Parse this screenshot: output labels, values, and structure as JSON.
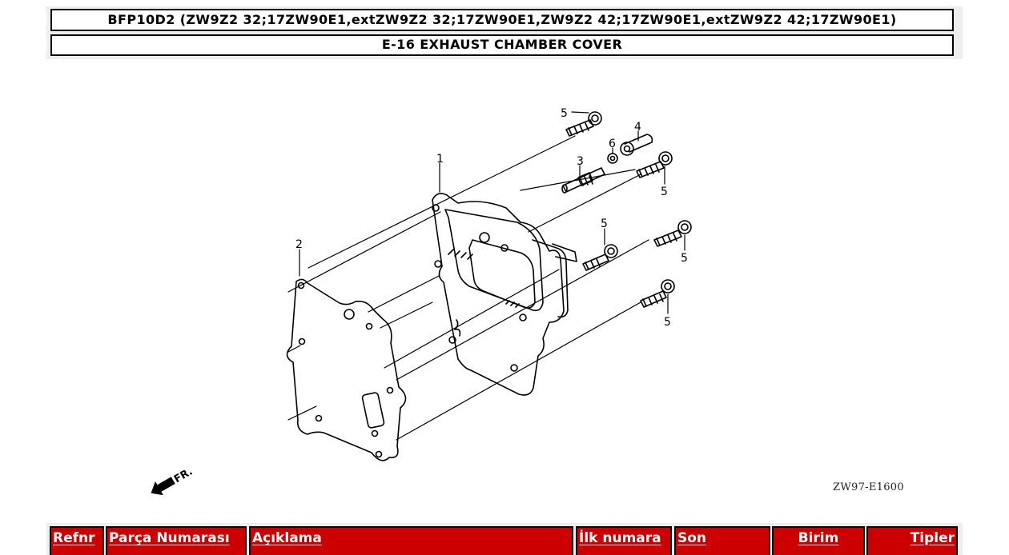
{
  "header": {
    "model_title": "BFP10D2 (ZW9Z2 32;17ZW90E1,extZW9Z2 32;17ZW90E1,ZW9Z2 42;17ZW90E1,extZW9Z2 42;17ZW90E1)",
    "section_title": "E-16 EXHAUST CHAMBER COVER"
  },
  "diagram": {
    "callouts": [
      {
        "ref": "1",
        "part": "exhaust-chamber-cover"
      },
      {
        "ref": "2",
        "part": "gasket"
      },
      {
        "ref": "3",
        "part": "stud-bolt"
      },
      {
        "ref": "4",
        "part": "collar"
      },
      {
        "ref": "5",
        "part": "flange-bolt"
      },
      {
        "ref": "6",
        "part": "nut"
      }
    ],
    "labels": {
      "l1": "1",
      "l2": "2",
      "l3": "3",
      "l4": "4",
      "l6": "6",
      "l5a": "5",
      "l5b": "5",
      "l5c": "5",
      "l5d": "5",
      "l5e": "5"
    },
    "front_indicator": "FR.",
    "drawing_code": "ZW97-E1600"
  },
  "table": {
    "header_color": "#cc0000",
    "columns": [
      {
        "key": "refnr",
        "label": "Refnr"
      },
      {
        "key": "part_number",
        "label": "Parça Numarası"
      },
      {
        "key": "description",
        "label": "Açıklama"
      },
      {
        "key": "first_number",
        "label": "İlk numara"
      },
      {
        "key": "last",
        "label": "Son"
      },
      {
        "key": "unit",
        "label": "Birim"
      },
      {
        "key": "types",
        "label": "Tipler"
      }
    ]
  }
}
